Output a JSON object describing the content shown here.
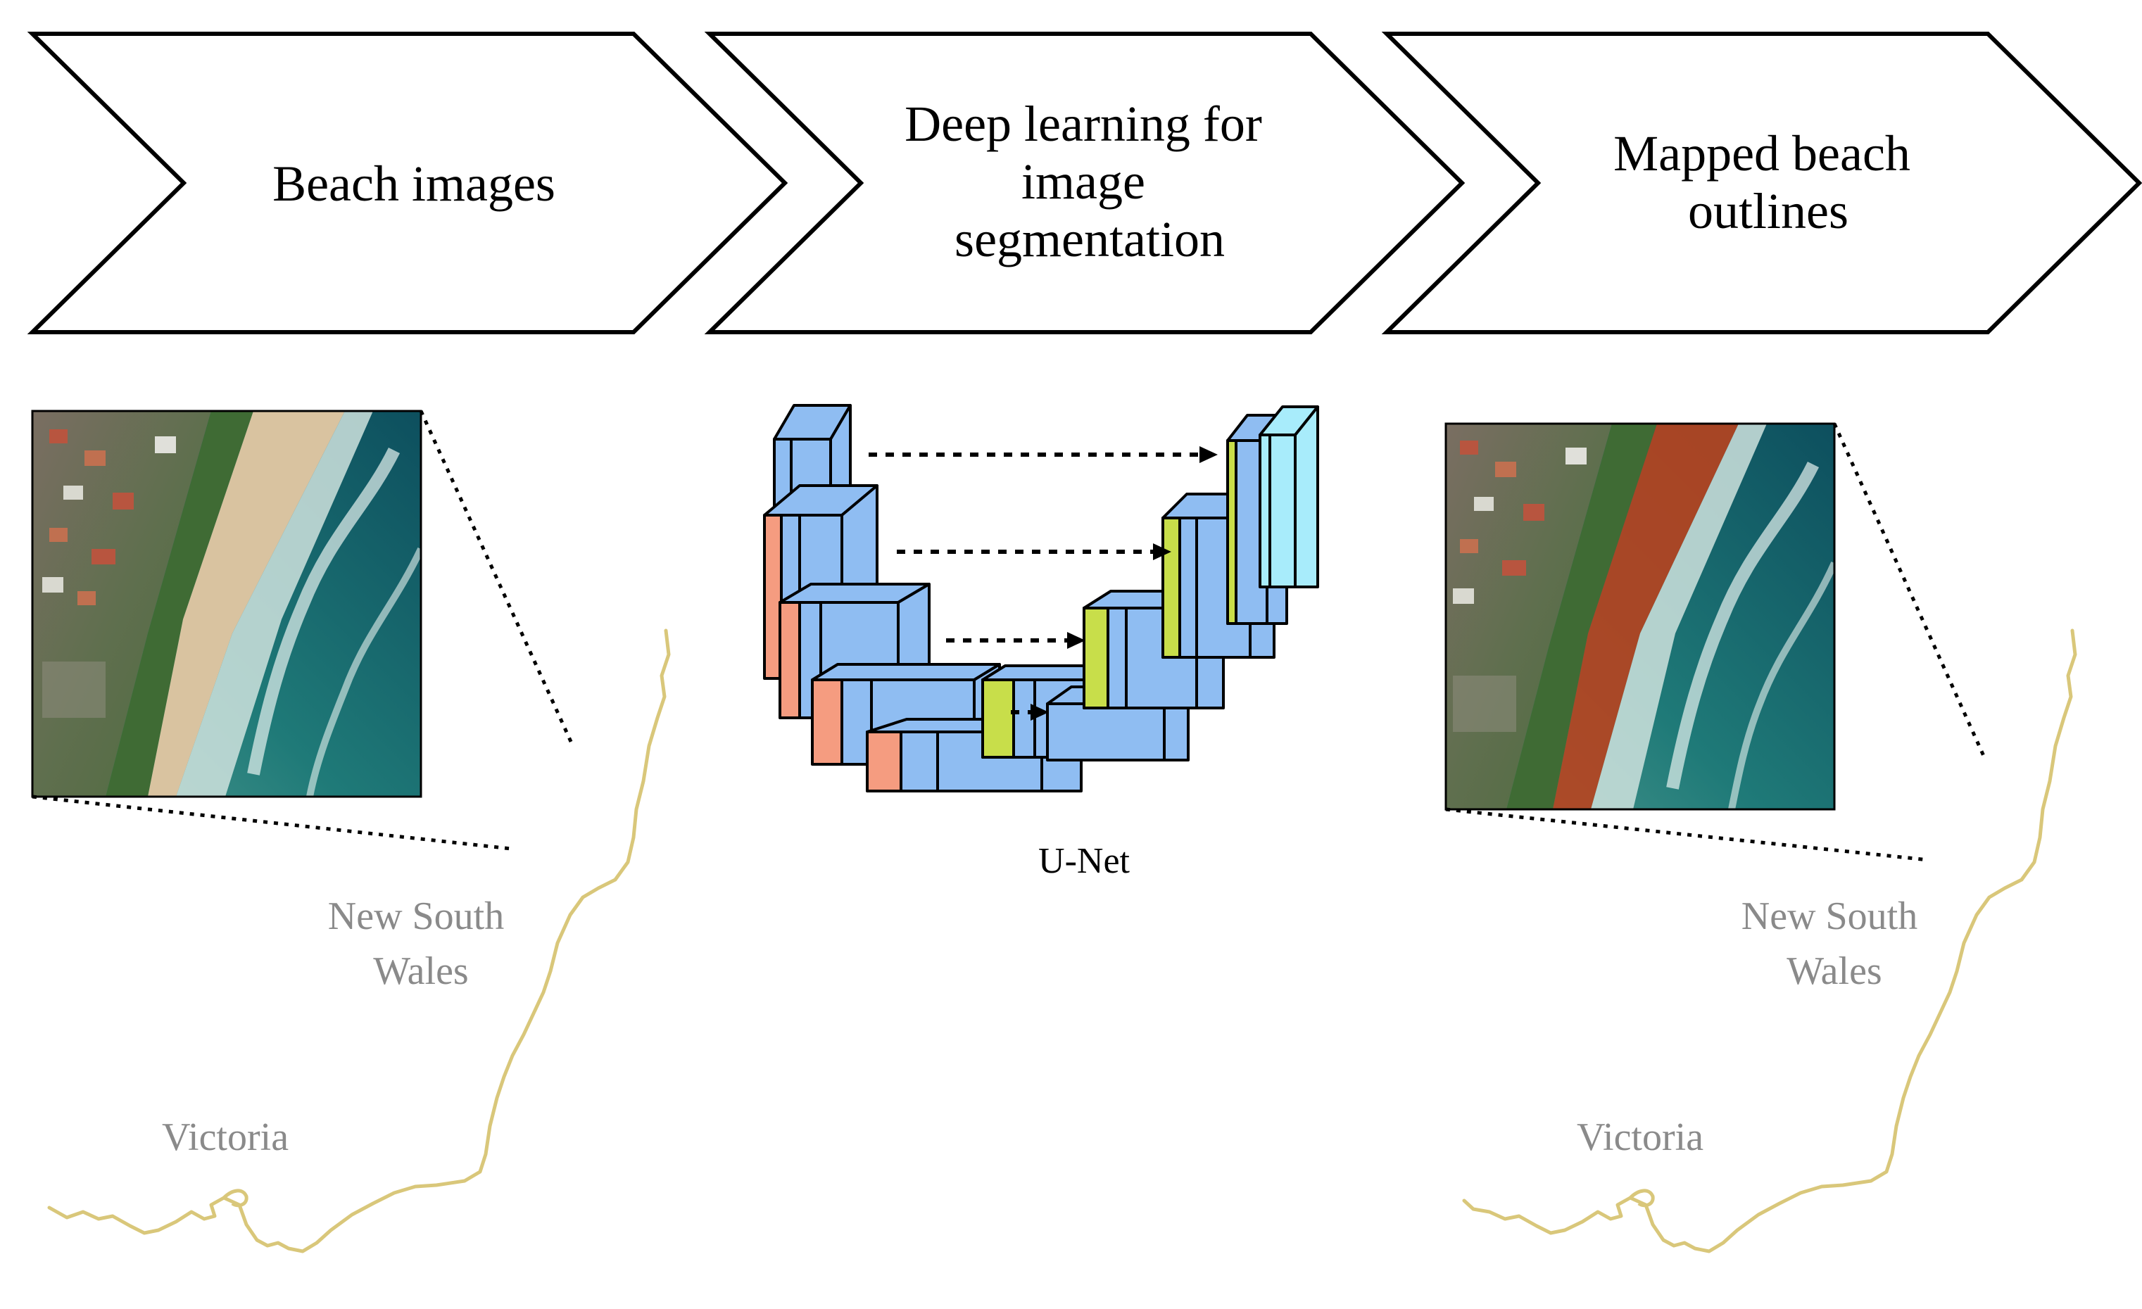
{
  "pipeline": {
    "steps": [
      {
        "lines": [
          "Beach images"
        ]
      },
      {
        "lines": [
          "Deep learning for",
          "image",
          "segmentation"
        ]
      },
      {
        "lines": [
          "Mapped beach",
          "outlines"
        ]
      }
    ]
  },
  "left_panel": {
    "map_labels": {
      "nsw_line1": "New South",
      "nsw_line2": "Wales",
      "vic": "Victoria"
    }
  },
  "middle_panel": {
    "caption": "U-Net"
  },
  "right_panel": {
    "map_labels": {
      "nsw_line1": "New South",
      "nsw_line2": "Wales",
      "vic": "Victoria"
    }
  },
  "colors": {
    "coastline": "#d9c77a",
    "block_blue": "#8fbdf2",
    "block_salmon": "#f59c80",
    "block_green": "#c8de4a",
    "block_cyan": "#a8ecfb",
    "beach_mask": "#b8431e"
  }
}
